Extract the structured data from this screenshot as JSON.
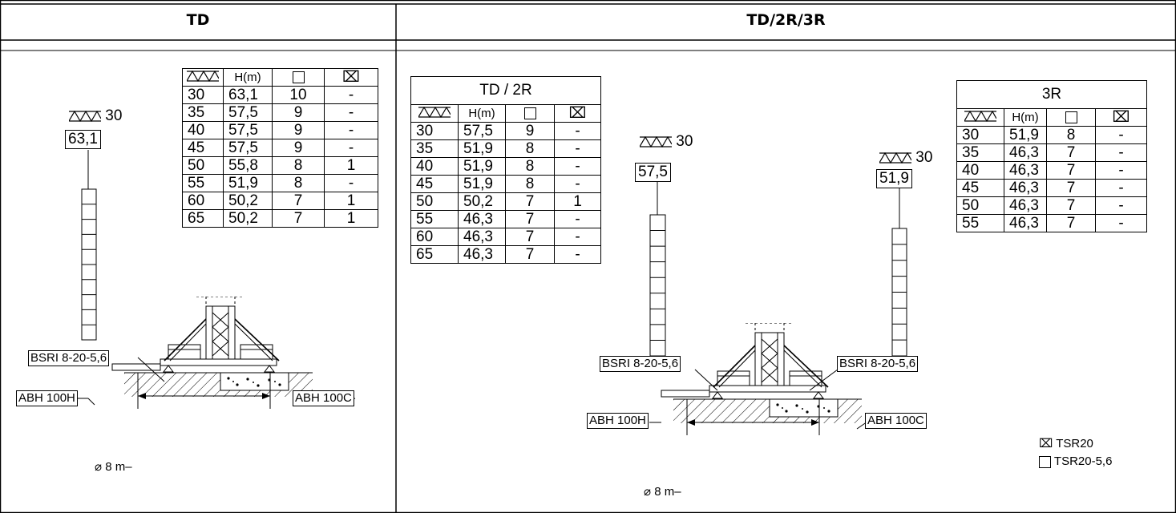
{
  "headers": {
    "left": "TD",
    "right": "TD/2R/3R"
  },
  "jib_symbol_icon": "lattice-jib-icon",
  "td": {
    "top_jib": "30",
    "top_height": "63,1",
    "col_h": "H(m)",
    "rows": [
      [
        "30",
        "63,1",
        "10",
        "-"
      ],
      [
        "35",
        "57,5",
        "9",
        "-"
      ],
      [
        "40",
        "57,5",
        "9",
        "-"
      ],
      [
        "45",
        "57,5",
        "9",
        "-"
      ],
      [
        "50",
        "55,8",
        "8",
        "1"
      ],
      [
        "55",
        "51,9",
        "8",
        "-"
      ],
      [
        "60",
        "50,2",
        "7",
        "1"
      ],
      [
        "65",
        "50,2",
        "7",
        "1"
      ]
    ],
    "bsri": "BSRI 8-20-5,6",
    "abh_left": "ABH 100H",
    "abh_right": "ABH 100C",
    "base": "8 m"
  },
  "td2r": {
    "caption": "TD / 2R",
    "col_h": "H(m)",
    "rows": [
      [
        "30",
        "57,5",
        "9",
        "-"
      ],
      [
        "35",
        "51,9",
        "8",
        "-"
      ],
      [
        "40",
        "51,9",
        "8",
        "-"
      ],
      [
        "45",
        "51,9",
        "8",
        "-"
      ],
      [
        "50",
        "50,2",
        "7",
        "1"
      ],
      [
        "55",
        "46,3",
        "7",
        "-"
      ],
      [
        "60",
        "46,3",
        "7",
        "-"
      ],
      [
        "65",
        "46,3",
        "7",
        "-"
      ]
    ],
    "top_jib": "30",
    "top_height": "57,5"
  },
  "r3": {
    "caption": "3R",
    "col_h": "H(m)",
    "rows": [
      [
        "30",
        "51,9",
        "8",
        "-"
      ],
      [
        "35",
        "46,3",
        "7",
        "-"
      ],
      [
        "40",
        "46,3",
        "7",
        "-"
      ],
      [
        "45",
        "46,3",
        "7",
        "-"
      ],
      [
        "50",
        "46,3",
        "7",
        "-"
      ],
      [
        "55",
        "46,3",
        "7",
        "-"
      ]
    ],
    "top_jib": "30",
    "top_height": "51,9"
  },
  "right_crane": {
    "bsri_left": "BSRI 8-20-5,6",
    "bsri_right": "BSRI 8-20-5,6",
    "abh_left": "ABH 100H",
    "abh_right": "ABH 100C",
    "base": "8 m"
  },
  "legend": {
    "crossed": "TSR20",
    "plain": "TSR20-5,6"
  }
}
